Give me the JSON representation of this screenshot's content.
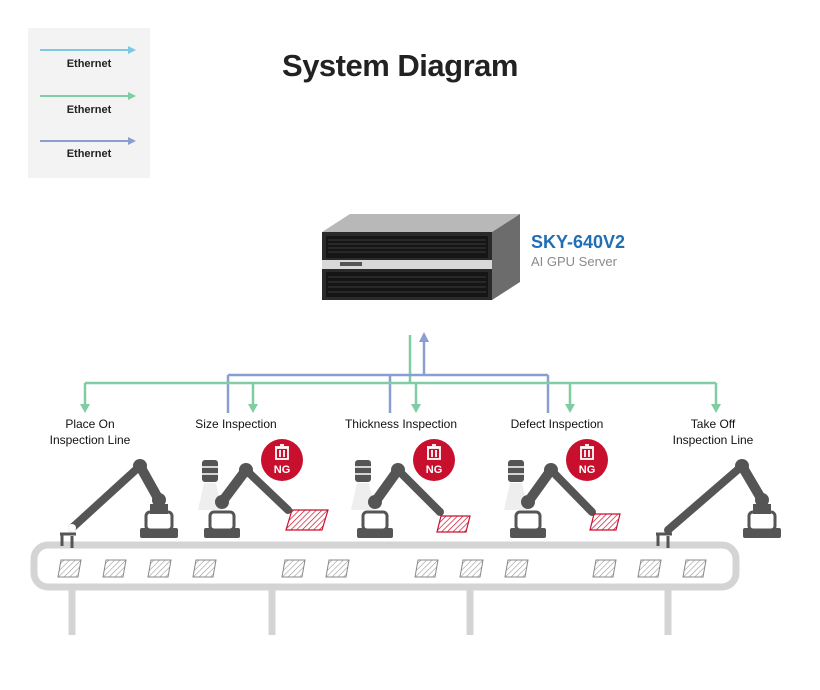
{
  "title": "System Diagram",
  "legend": {
    "items": [
      {
        "label": "Ethernet",
        "color": "#7ec8e3"
      },
      {
        "label": "Ethernet",
        "color": "#7fcca5"
      },
      {
        "label": "Ethernet",
        "color": "#8a9fd1"
      }
    ]
  },
  "server": {
    "name": "SKY-640V2",
    "subtitle": "AI GPU Server"
  },
  "stations": [
    {
      "line1": "Place On",
      "line2": "Inspection Line"
    },
    {
      "line1": "Size Inspection",
      "line2": ""
    },
    {
      "line1": "Thickness Inspection",
      "line2": ""
    },
    {
      "line1": "Defect Inspection",
      "line2": ""
    },
    {
      "line1": "Take Off",
      "line2": "Inspection Line"
    }
  ],
  "ng_badge": "NG",
  "colors": {
    "green": "#7fcca5",
    "blue": "#8a9fd1",
    "lightblue": "#7ec8e3",
    "red": "#c8102e",
    "gray": "#d0d0d0",
    "robot": "#555555"
  }
}
